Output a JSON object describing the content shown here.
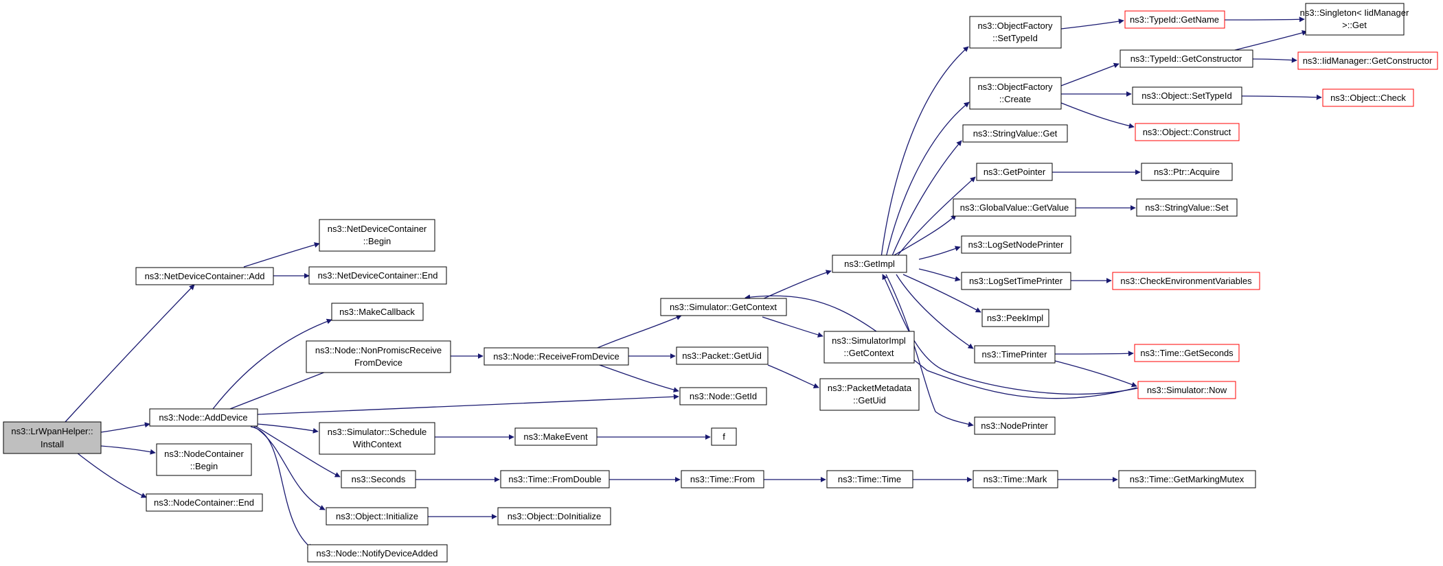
{
  "colors": {
    "edge": "#191970",
    "border": "#000000",
    "border_truncated": "#ff0000",
    "root_fill": "#bfbfbf",
    "node_fill": "#ffffff",
    "text": "#000000"
  },
  "nodes": [
    {
      "id": "root",
      "lines": [
        "ns3::LrWpanHelper::",
        "Install"
      ],
      "root": true
    },
    {
      "id": "ndc_add",
      "lines": [
        "ns3::NetDeviceContainer::Add"
      ]
    },
    {
      "id": "node_adddevice",
      "lines": [
        "ns3::Node::AddDevice"
      ]
    },
    {
      "id": "nc_begin",
      "lines": [
        "ns3::NodeContainer",
        "::Begin"
      ]
    },
    {
      "id": "nc_end",
      "lines": [
        "ns3::NodeContainer::End"
      ]
    },
    {
      "id": "ndc_begin",
      "lines": [
        "ns3::NetDeviceContainer",
        "::Begin"
      ]
    },
    {
      "id": "ndc_end",
      "lines": [
        "ns3::NetDeviceContainer::End"
      ]
    },
    {
      "id": "makecallback",
      "lines": [
        "ns3::MakeCallback"
      ]
    },
    {
      "id": "nonpromisc",
      "lines": [
        "ns3::Node::NonPromiscReceive",
        "FromDevice"
      ]
    },
    {
      "id": "sched_ctx",
      "lines": [
        "ns3::Simulator::Schedule",
        "WithContext"
      ]
    },
    {
      "id": "seconds",
      "lines": [
        "ns3::Seconds"
      ]
    },
    {
      "id": "obj_init",
      "lines": [
        "ns3::Object::Initialize"
      ]
    },
    {
      "id": "notify_added",
      "lines": [
        "ns3::Node::NotifyDeviceAdded"
      ]
    },
    {
      "id": "recv_from_dev",
      "lines": [
        "ns3::Node::ReceiveFromDevice"
      ]
    },
    {
      "id": "makeevent",
      "lines": [
        "ns3::MakeEvent"
      ]
    },
    {
      "id": "fromdouble",
      "lines": [
        "ns3::Time::FromDouble"
      ]
    },
    {
      "id": "doinit",
      "lines": [
        "ns3::Object::DoInitialize"
      ]
    },
    {
      "id": "sim_getctx",
      "lines": [
        "ns3::Simulator::GetContext"
      ]
    },
    {
      "id": "packet_getuid",
      "lines": [
        "ns3::Packet::GetUid"
      ]
    },
    {
      "id": "node_getid",
      "lines": [
        "ns3::Node::GetId"
      ]
    },
    {
      "id": "f",
      "lines": [
        "f"
      ]
    },
    {
      "id": "time_from",
      "lines": [
        "ns3::Time::From"
      ]
    },
    {
      "id": "simimpl_getctx",
      "lines": [
        "ns3::SimulatorImpl",
        "::GetContext"
      ]
    },
    {
      "id": "pm_getuid",
      "lines": [
        "ns3::PacketMetadata",
        "::GetUid"
      ]
    },
    {
      "id": "time_time",
      "lines": [
        "ns3::Time::Time"
      ]
    },
    {
      "id": "getimpl",
      "lines": [
        "ns3::GetImpl"
      ]
    },
    {
      "id": "of_settypeid",
      "lines": [
        "ns3::ObjectFactory",
        "::SetTypeId"
      ]
    },
    {
      "id": "of_create",
      "lines": [
        "ns3::ObjectFactory",
        "::Create"
      ]
    },
    {
      "id": "sv_get",
      "lines": [
        "ns3::StringValue::Get"
      ]
    },
    {
      "id": "getpointer",
      "lines": [
        "ns3::GetPointer"
      ]
    },
    {
      "id": "gv_getvalue",
      "lines": [
        "ns3::GlobalValue::GetValue"
      ]
    },
    {
      "id": "logsetnodeprinter",
      "lines": [
        "ns3::LogSetNodePrinter"
      ]
    },
    {
      "id": "logsettimeprinter",
      "lines": [
        "ns3::LogSetTimePrinter"
      ]
    },
    {
      "id": "peekimpl",
      "lines": [
        "ns3::PeekImpl"
      ]
    },
    {
      "id": "timeprinter",
      "lines": [
        "ns3::TimePrinter"
      ]
    },
    {
      "id": "nodeprinter",
      "lines": [
        "ns3::NodePrinter"
      ]
    },
    {
      "id": "time_mark",
      "lines": [
        "ns3::Time::Mark"
      ]
    },
    {
      "id": "typeid_getname",
      "lines": [
        "ns3::TypeId::GetName"
      ],
      "truncated": true
    },
    {
      "id": "typeid_getctor",
      "lines": [
        "ns3::TypeId::GetConstructor"
      ]
    },
    {
      "id": "obj_settypeid",
      "lines": [
        "ns3::Object::SetTypeId"
      ]
    },
    {
      "id": "obj_construct",
      "lines": [
        "ns3::Object::Construct"
      ],
      "truncated": true
    },
    {
      "id": "ptr_acquire",
      "lines": [
        "ns3::Ptr::Acquire"
      ]
    },
    {
      "id": "sv_set",
      "lines": [
        "ns3::StringValue::Set"
      ]
    },
    {
      "id": "check_env",
      "lines": [
        "ns3::CheckEnvironmentVariables"
      ],
      "truncated": true
    },
    {
      "id": "time_getseconds",
      "lines": [
        "ns3::Time::GetSeconds"
      ],
      "truncated": true
    },
    {
      "id": "sim_now",
      "lines": [
        "ns3::Simulator::Now"
      ],
      "truncated": true
    },
    {
      "id": "time_getmarkingmutex",
      "lines": [
        "ns3::Time::GetMarkingMutex"
      ]
    },
    {
      "id": "singleton_get",
      "lines": [
        "ns3::Singleton< IidManager",
        " >::Get"
      ]
    },
    {
      "id": "iidmgr_getctor",
      "lines": [
        "ns3::IidManager::GetConstructor"
      ],
      "truncated": true
    },
    {
      "id": "obj_check",
      "lines": [
        "ns3::Object::Check"
      ],
      "truncated": true
    }
  ]
}
